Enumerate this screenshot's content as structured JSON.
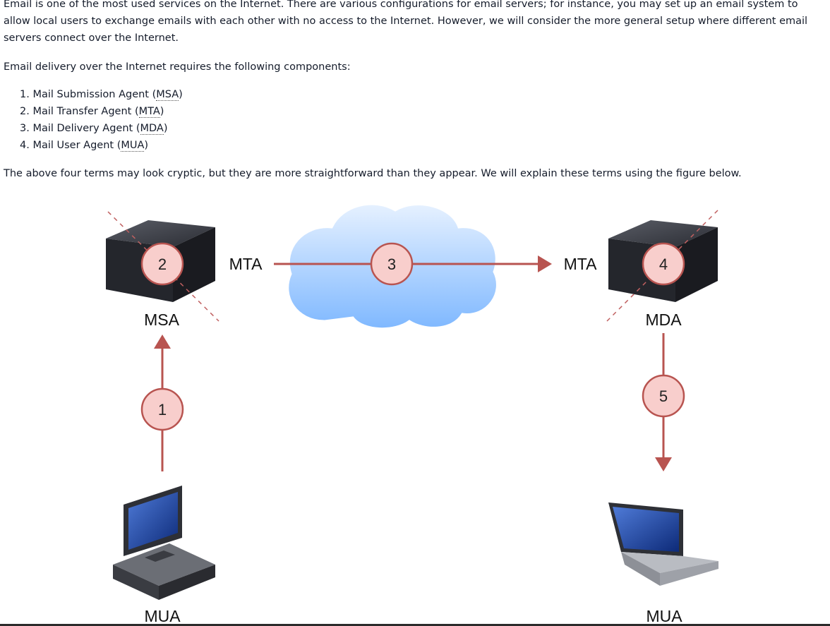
{
  "intro": {
    "paragraph1": "Email is one of the most used services on the Internet. There are various configurations for email servers; for instance, you may set up an email system to allow local users to exchange emails with each other with no access to the Internet. However, we will consider the more general setup where different email servers connect over the Internet.",
    "paragraph2": "Email delivery over the Internet requires the following components:",
    "components": [
      {
        "number": "1.",
        "name": "Mail Submission Agent (",
        "abbr": "MSA",
        "close": ")"
      },
      {
        "number": "2.",
        "name": "Mail Transfer Agent (",
        "abbr": "MTA",
        "close": ")"
      },
      {
        "number": "3.",
        "name": "Mail Delivery Agent (",
        "abbr": "MDA",
        "close": ")"
      },
      {
        "number": "4.",
        "name": "Mail User Agent (",
        "abbr": "MUA",
        "close": ")"
      }
    ],
    "paragraph3": "The above four terms may look cryptic, but they are more straightforward than they appear. We will explain these terms using the figure below."
  },
  "figure": {
    "labels": {
      "msa": "MSA",
      "mta_left": "MTA",
      "mta_right": "MTA",
      "mda": "MDA",
      "mua_left": "MUA",
      "mua_right": "MUA"
    },
    "steps": [
      "1",
      "2",
      "3",
      "4",
      "5"
    ],
    "colors": {
      "arrow": "#b85450",
      "step_fill": "#f8cecc",
      "cloud_top": "#e6f1ff",
      "cloud_bottom": "#7fb8ff"
    },
    "icons": {
      "server": "server-icon",
      "cloud": "cloud-icon",
      "desktop": "desktop-computer-icon",
      "laptop": "laptop-icon"
    }
  }
}
